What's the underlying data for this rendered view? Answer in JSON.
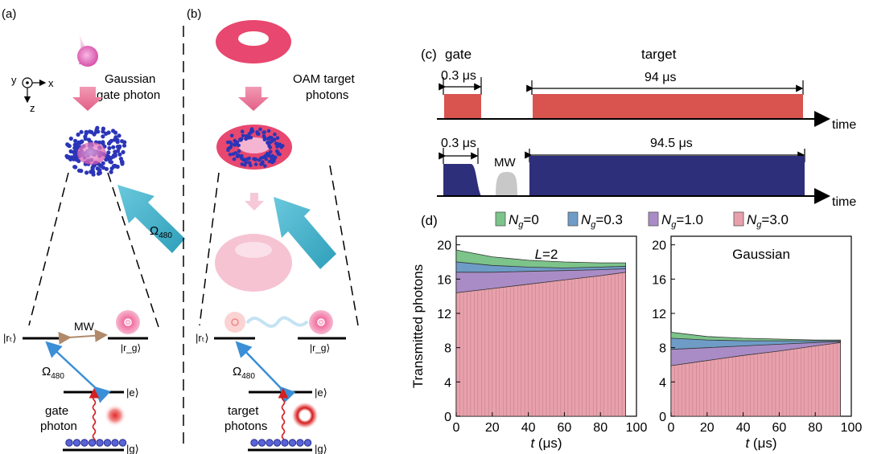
{
  "panels": {
    "a": {
      "label": "(a)",
      "axis_y": "y",
      "axis_x": "x",
      "axis_z": "z",
      "gate_line1": "Gaussian",
      "gate_line2": "gate photon",
      "omega": "Ω",
      "omega_sub": "480",
      "mw": "MW",
      "r_t": "|rₜ⟩",
      "r_g": "|r_g⟩",
      "e": "|e⟩",
      "g": "|g⟩",
      "omega2": "Ω",
      "omega2_sub": "480",
      "photon_line1": "gate",
      "photon_line2": "photon"
    },
    "b": {
      "label": "(b)",
      "target_line1": "OAM target",
      "target_line2": "photons",
      "r_t": "|rₜ⟩",
      "r_g": "|r_g⟩",
      "e": "|e⟩",
      "g": "|g⟩",
      "omega": "Ω",
      "omega_sub": "480",
      "photon_line1": "target",
      "photon_line2": "photons"
    },
    "c": {
      "label": "(c)",
      "gate": "gate",
      "target": "target",
      "gate_dur": "0.3 μs",
      "target_dur": "94 μs",
      "time1": "time",
      "lower_gate_dur": "0.3 μs",
      "mw": "MW",
      "lower_target_dur": "94.5 μs",
      "time2": "time",
      "upper_color": "#d9534f",
      "lower_color": "#2e2f7a"
    },
    "d": {
      "label": "(d)"
    }
  },
  "chart_data": [
    {
      "type": "area",
      "title": "L=2",
      "xlabel": "t (μs)",
      "ylabel": "Transmitted photons",
      "xlim": [
        0,
        100
      ],
      "ylim": [
        0,
        21
      ],
      "xticks": [
        0,
        20,
        40,
        60,
        80,
        100
      ],
      "yticks": [
        0,
        4,
        8,
        12,
        16,
        20
      ],
      "legend_position": "top",
      "series": [
        {
          "name": "Ng=0",
          "color": "#7cc48a",
          "x": [
            0,
            20,
            40,
            60,
            80,
            94
          ],
          "values": [
            19.4,
            18.6,
            18.2,
            18.0,
            17.9,
            17.9
          ]
        },
        {
          "name": "Ng=0.3",
          "color": "#6e9cc7",
          "x": [
            0,
            20,
            40,
            60,
            80,
            94
          ],
          "values": [
            18.0,
            17.6,
            17.4,
            17.3,
            17.4,
            17.5
          ]
        },
        {
          "name": "Ng=1.0",
          "color": "#a98cc6",
          "x": [
            0,
            20,
            40,
            60,
            80,
            94
          ],
          "values": [
            16.8,
            16.8,
            16.9,
            17.0,
            17.1,
            17.2
          ]
        },
        {
          "name": "Ng=3.0",
          "color": "#e8a1ac",
          "x": [
            0,
            20,
            40,
            60,
            80,
            94
          ],
          "values": [
            14.4,
            14.9,
            15.4,
            15.9,
            16.4,
            16.8
          ]
        }
      ]
    },
    {
      "type": "area",
      "title": "Gaussian",
      "xlabel": "t (μs)",
      "ylabel": "",
      "xlim": [
        0,
        100
      ],
      "ylim": [
        0,
        21
      ],
      "xticks": [
        0,
        20,
        40,
        60,
        80,
        100
      ],
      "yticks": [
        0,
        4,
        8,
        12,
        16,
        20
      ],
      "series": [
        {
          "name": "Ng=0",
          "color": "#7cc48a",
          "x": [
            0,
            20,
            40,
            60,
            80,
            94
          ],
          "values": [
            9.8,
            9.3,
            9.1,
            9.0,
            8.9,
            8.9
          ]
        },
        {
          "name": "Ng=0.3",
          "color": "#6e9cc7",
          "x": [
            0,
            20,
            40,
            60,
            80,
            94
          ],
          "values": [
            9.1,
            8.9,
            8.8,
            8.8,
            8.8,
            8.8
          ]
        },
        {
          "name": "Ng=1.0",
          "color": "#a98cc6",
          "x": [
            0,
            20,
            40,
            60,
            80,
            94
          ],
          "values": [
            7.8,
            8.0,
            8.2,
            8.4,
            8.6,
            8.7
          ]
        },
        {
          "name": "Ng=3.0",
          "color": "#e8a1ac",
          "x": [
            0,
            20,
            40,
            60,
            80,
            94
          ],
          "values": [
            5.9,
            6.5,
            7.1,
            7.6,
            8.2,
            8.6
          ]
        }
      ]
    }
  ]
}
